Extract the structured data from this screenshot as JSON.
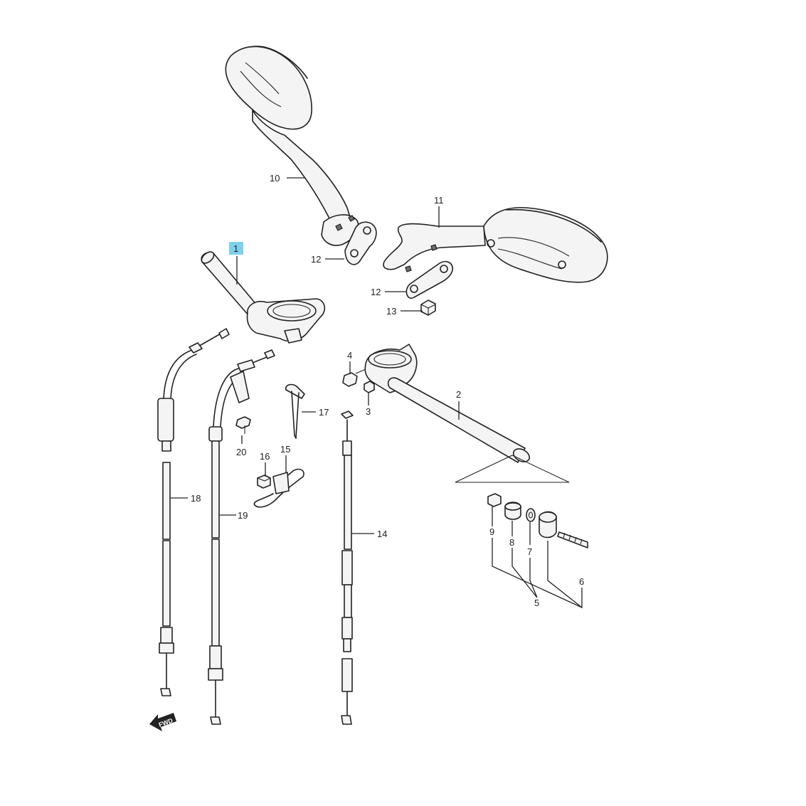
{
  "diagram": {
    "highlighted_part": "1",
    "labels": {
      "p1": "1",
      "p2": "2",
      "p3": "3",
      "p4": "4",
      "p5": "5",
      "p6": "6",
      "p7": "7",
      "p8": "8",
      "p9": "9",
      "p10": "10",
      "p11": "11",
      "p12a": "12",
      "p12b": "12",
      "p13": "13",
      "p14": "14",
      "p15": "15",
      "p16": "16",
      "p17": "17",
      "p18": "18",
      "p19": "19",
      "p20": "20"
    },
    "fwd_arrow_text": "FWD",
    "colors": {
      "highlight": "#7fd0ee",
      "line": "#222222",
      "fill": "#f4f4f4"
    }
  }
}
